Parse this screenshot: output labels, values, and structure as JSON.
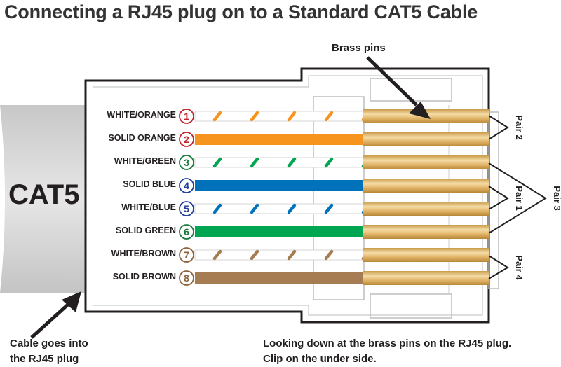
{
  "title": "Connecting a RJ45 plug on to a Standard CAT5 Cable",
  "cable_label": "CAT5",
  "brass_pins_label": "Brass pins",
  "wires": [
    {
      "label": "WHITE/ORANGE",
      "pin": "1",
      "color": "#f7941d",
      "striped": true
    },
    {
      "label": "SOLID ORANGE",
      "pin": "2",
      "color": "#f7941d",
      "striped": false
    },
    {
      "label": "WHITE/GREEN",
      "pin": "3",
      "color": "#00a651",
      "striped": true
    },
    {
      "label": "SOLID BLUE",
      "pin": "4",
      "color": "#0072bc",
      "striped": false
    },
    {
      "label": "WHITE/BLUE",
      "pin": "5",
      "color": "#0072bc",
      "striped": true
    },
    {
      "label": "SOLID GREEN",
      "pin": "6",
      "color": "#00a651",
      "striped": false
    },
    {
      "label": "WHITE/BROWN",
      "pin": "7",
      "color": "#a67c52",
      "striped": true
    },
    {
      "label": "SOLID BROWN",
      "pin": "8",
      "color": "#a67c52",
      "striped": false
    }
  ],
  "pin_number_colors": [
    "#c1272d",
    "#c1272d",
    "#1a7a3c",
    "#21409a",
    "#21409a",
    "#1a7a3c",
    "#8c6239",
    "#8c6239"
  ],
  "pairs": [
    {
      "label": "Pair 2",
      "pins": [
        "1",
        "2"
      ]
    },
    {
      "label": "Pair 1",
      "pins": [
        "4",
        "5"
      ]
    },
    {
      "label": "Pair 3",
      "pins": [
        "3",
        "6"
      ]
    },
    {
      "label": "Pair 4",
      "pins": [
        "7",
        "8"
      ]
    }
  ],
  "captions": {
    "cable_line1": "Cable goes into",
    "cable_line2": "the RJ45 plug",
    "view_line1": "Looking down at the brass pins on the RJ45 plug.",
    "view_line2": "Clip on the under side."
  },
  "colors": {
    "brass": "#e8c27a",
    "cable": "#d4d4d4",
    "outline": "#231f20"
  }
}
